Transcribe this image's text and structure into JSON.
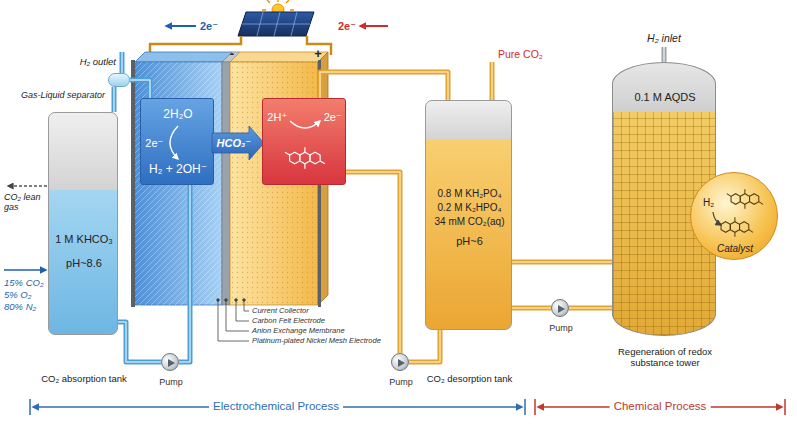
{
  "diagram": {
    "nodes": [
      {
        "text": [
          "1 M KHCO₃",
          "pH~8.6",
          "CO₂ absorption tank"
        ]
      },
      {
        "text": [
          "2H₂O",
          "2e⁻",
          "H₂ + 2OH⁻"
        ]
      },
      {
        "text": [
          "HCO₃⁻"
        ]
      },
      {
        "text": [
          "2H⁺",
          "2e⁻"
        ]
      },
      {
        "text": [
          "0.8 M KH₂PO₄",
          "0.2 M K₂HPO₄",
          "34 mM CO₂(aq)",
          "pH~6",
          "CO₂ desorption tank"
        ]
      },
      {
        "text": [
          "0.1 M AQDS",
          "Regeneration of redox substance tower"
        ]
      },
      {
        "text": [
          "H₂",
          "Catalyst"
        ]
      },
      {
        "text": [
          "Pump"
        ]
      },
      {
        "text": [
          "Pump"
        ]
      },
      {
        "text": [
          "Pump"
        ]
      },
      {
        "text": [
          "Gas-Liquid separator"
        ]
      }
    ],
    "edges": [
      {
        "from": 0,
        "to": 7,
        "arrow": "none"
      },
      {
        "from": 7,
        "to": 1,
        "arrow": "none"
      },
      {
        "from": 1,
        "to": 10,
        "arrow": "none"
      },
      {
        "from": 10,
        "to": 0,
        "arrow": "none"
      },
      {
        "from": 3,
        "to": 4,
        "arrow": "none"
      },
      {
        "from": 4,
        "to": 8,
        "arrow": "none"
      },
      {
        "from": 8,
        "to": 3,
        "arrow": "none"
      },
      {
        "from": 4,
        "to": 9,
        "arrow": "none"
      },
      {
        "from": 9,
        "to": 5,
        "arrow": "none"
      },
      {
        "from": 5,
        "to": 4,
        "arrow": "none"
      }
    ],
    "labels": [
      "H₂ outlet",
      "2e⁻",
      "-",
      "+",
      "2e⁻",
      "Pure CO₂",
      "H₂ inlet",
      "CO₂ lean gas",
      "15% CO₂",
      "5% O₂",
      "80% N₂",
      "Current Collector",
      "Carbon Felt Electrode",
      "Anion Exchange Membrane",
      "Platinum-plated Nickel Mesh Electrode",
      "Electrochemical Process",
      "Chemical Process"
    ]
  }
}
